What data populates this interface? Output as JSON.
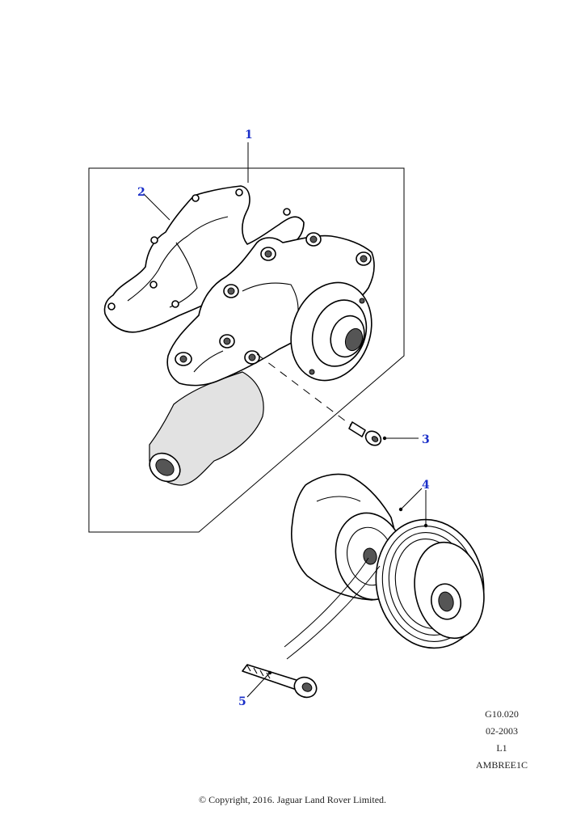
{
  "callouts": {
    "c1": "1",
    "c2": "2",
    "c3": "3",
    "c4": "4",
    "c5": "5"
  },
  "reference": {
    "code": "G10.020",
    "date": "02-2003",
    "level": "L1",
    "id": "AMBREE1C"
  },
  "copyright": "© Copyright, 2016. Jaguar Land Rover Limited.",
  "colors": {
    "callout": "#1a2fc9",
    "line": "#000000"
  }
}
